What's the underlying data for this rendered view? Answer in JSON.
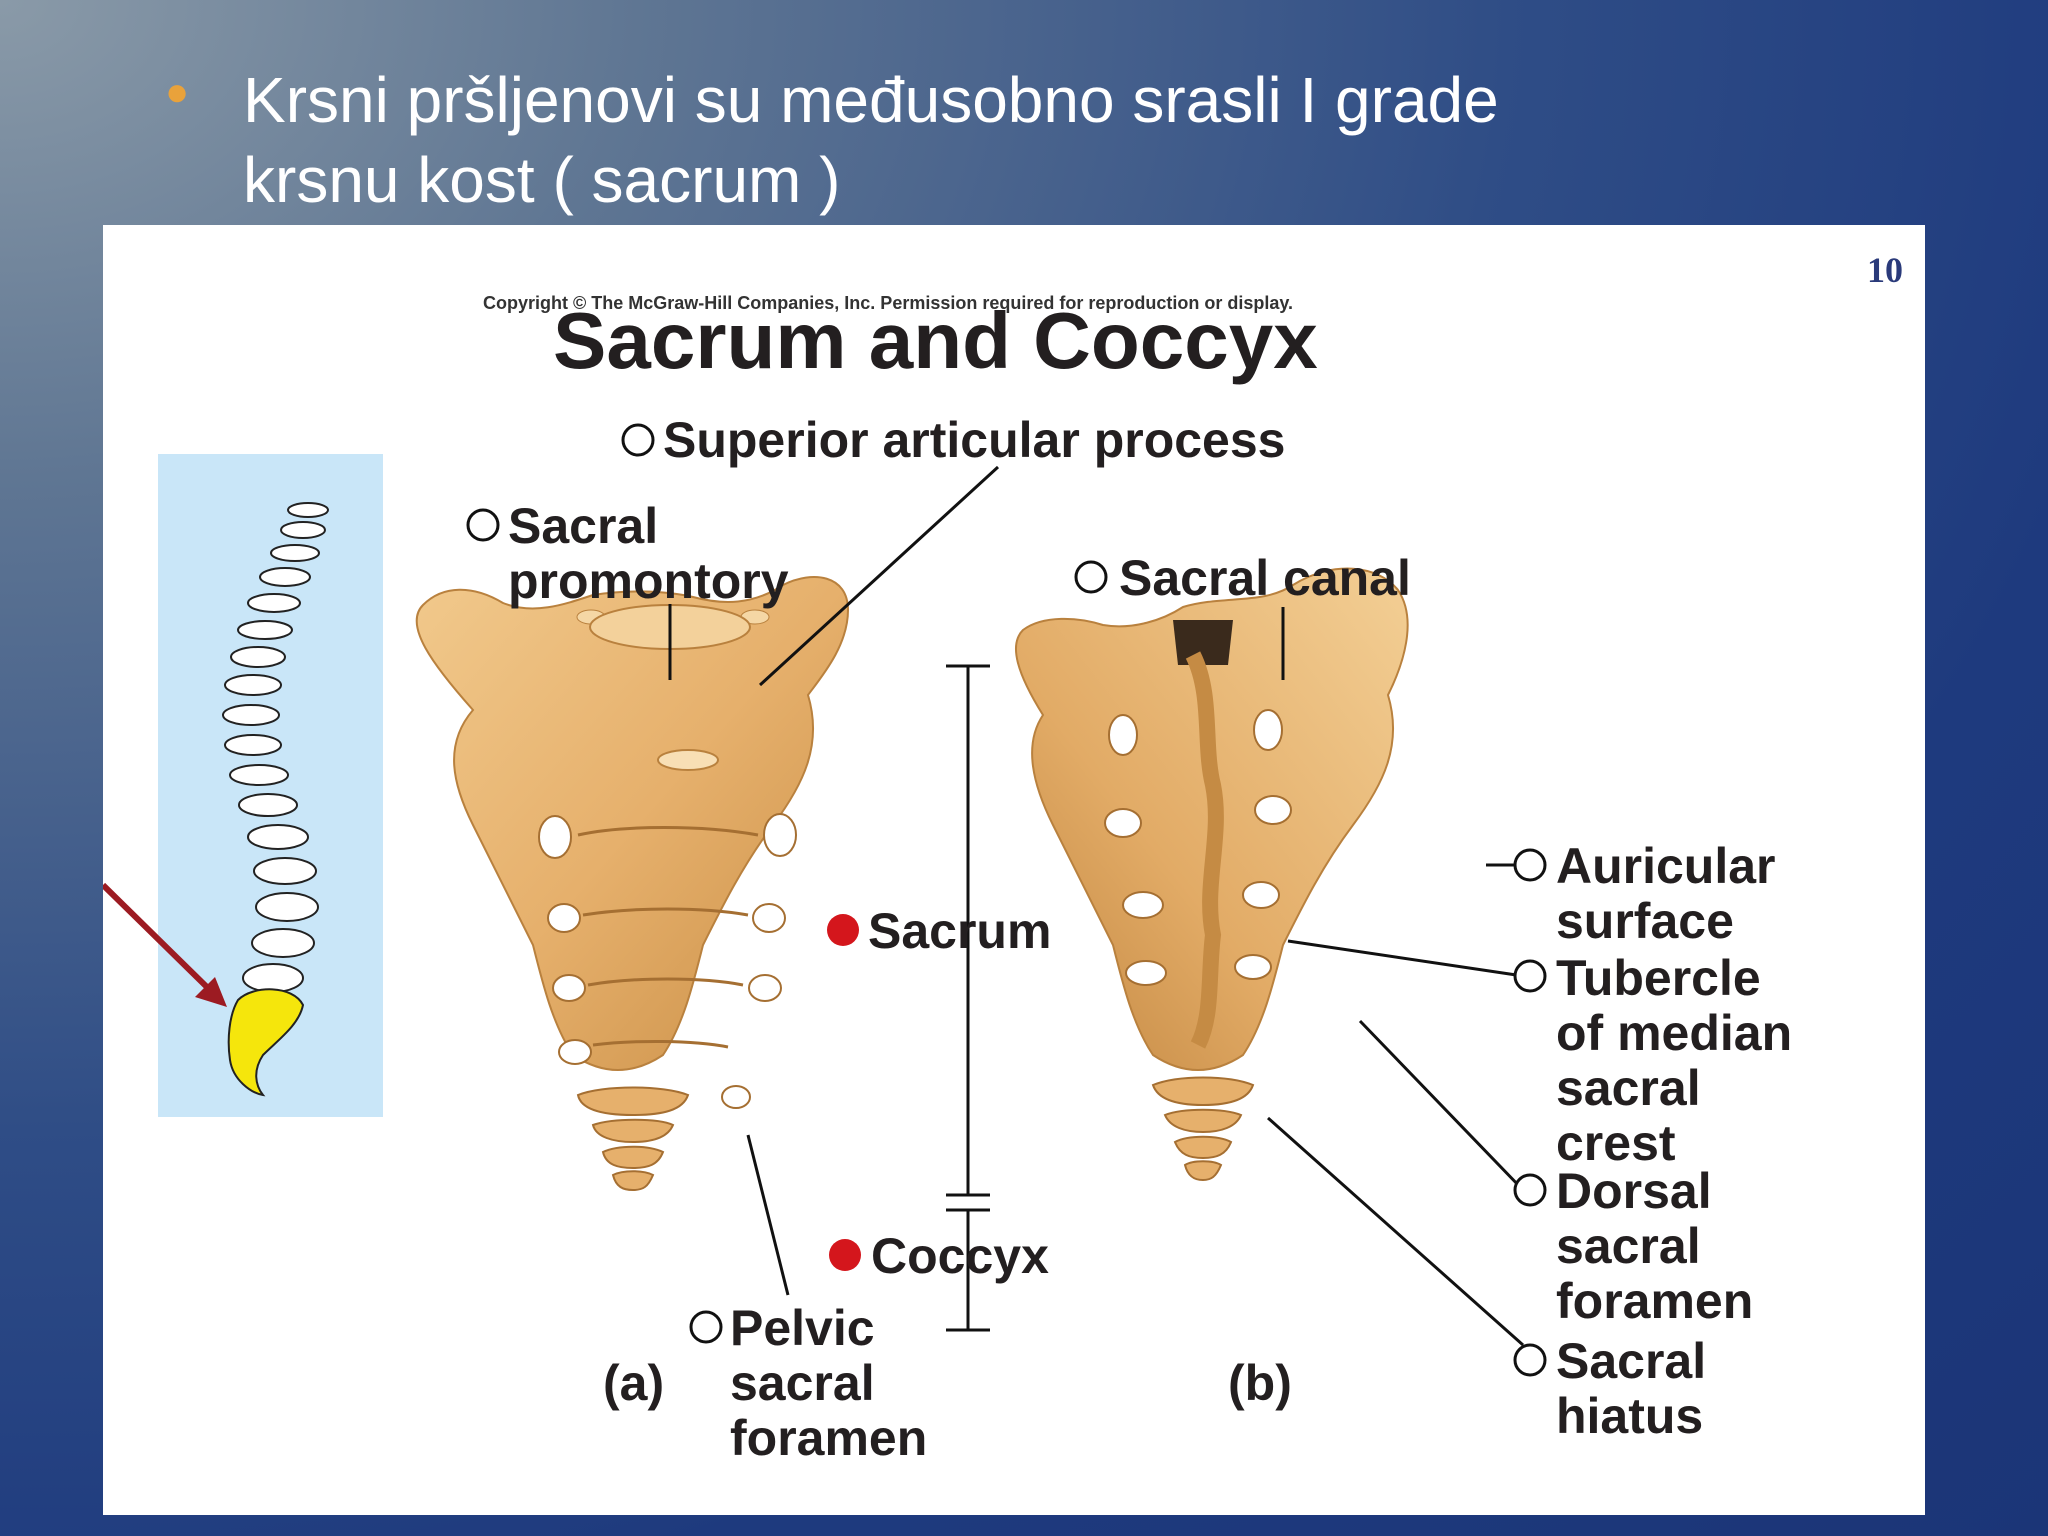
{
  "slide": {
    "bullet_text_line1": "Krsni pršljenovi su međusobno srasli I grade",
    "bullet_text_line2": "krsnu kost ( sacrum )",
    "bullet_color": "#e9a23b"
  },
  "figure": {
    "page_number": "10",
    "copyright": "Copyright © The McGraw-Hill Companies, Inc. Permission required for reproduction or display.",
    "title": "Sacrum and Coccyx",
    "labels": {
      "superior_articular_process": "Superior articular process",
      "sacral_promontory_1": "Sacral",
      "sacral_promontory_2": "promontory",
      "sacral_canal": "Sacral canal",
      "sacrum": "Sacrum",
      "coccyx": "Coccyx",
      "pelvic_1": "Pelvic",
      "pelvic_2": "sacral",
      "pelvic_3": "foramen",
      "view_a": "(a)",
      "view_b": "(b)",
      "auricular_1": "Auricular",
      "auricular_2": "surface",
      "tubercle_1": "Tubercle",
      "tubercle_2": "of median",
      "tubercle_3": "sacral",
      "tubercle_4": "crest",
      "dorsal_1": "Dorsal",
      "dorsal_2": "sacral",
      "dorsal_3": "foramen",
      "hiatus_1": "Sacral",
      "hiatus_2": "hiatus"
    },
    "colors": {
      "bone": "#e9b877",
      "bone_dark": "#c98e45",
      "marker_red": "#d4161c",
      "inset_bg": "#c9e6f8",
      "highlight_yellow": "#f5e60c",
      "arrow": "#9c1b22"
    }
  }
}
